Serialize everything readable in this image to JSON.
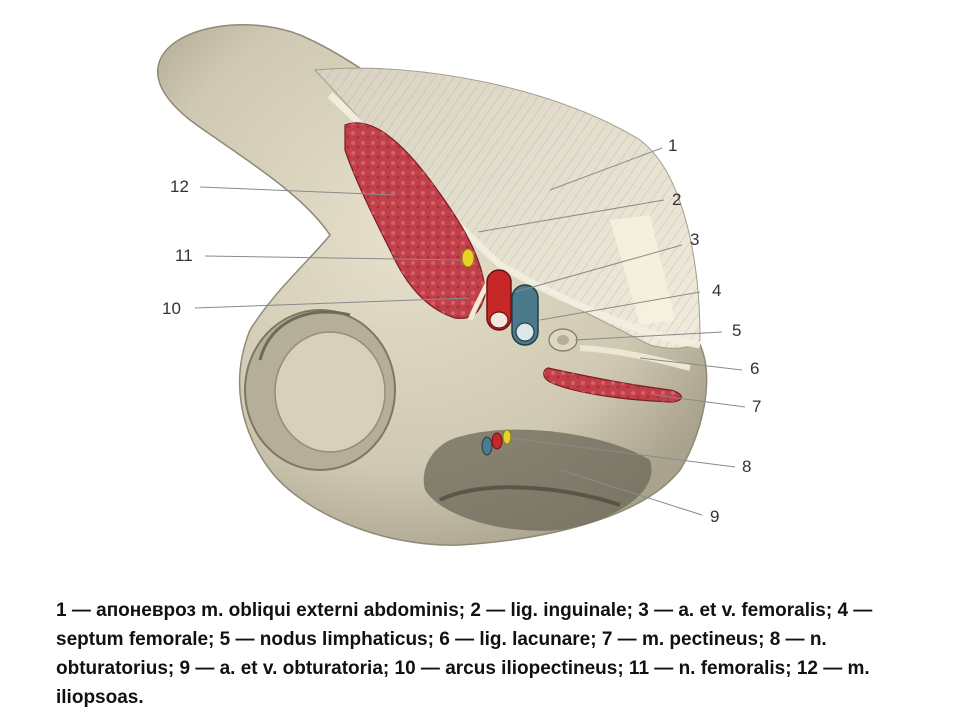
{
  "labels": [
    "1",
    "2",
    "3",
    "4",
    "5",
    "6",
    "7",
    "8",
    "9",
    "10",
    "11",
    "12"
  ],
  "caption": "1 — апоневроз m. obliqui externi abdominis; 2 — lig. inguinale; 3 — a. et v. femoralis; 4 — septum femorale; 5 — nodus limphaticus; 6 — lig. lacunare; 7 — m. pectineus; 8 — n. obturatorius; 9 — a. et v. obturatoria; 10 — arcus iliopectineus; 11 — n. femoralis; 12 — m. iliopsoas.",
  "colors": {
    "bone": "#d9d3bf",
    "bone_shadow": "#8f8a77",
    "muscle": "#c2404a",
    "artery": "#c62828",
    "vein": "#4a7a8c",
    "nerve": "#e8d22a",
    "aponeurosis": "#ece7d8",
    "ligament": "#f3efe0"
  },
  "icons": [
    "pelvis-illustration"
  ]
}
